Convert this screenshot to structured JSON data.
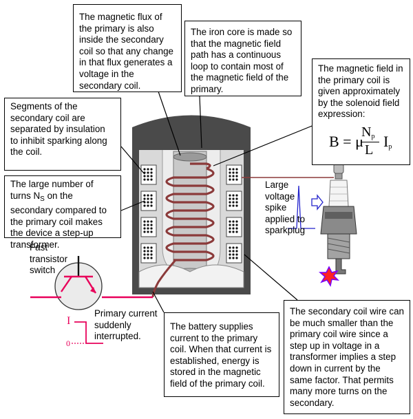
{
  "callouts": {
    "flux": "The magnetic flux of the primary is also inside the secondary coil so that any change in that flux generates a voltage in the secondary coil.",
    "iron_core": "The iron core is made so that the magnetic field path has a continuous loop to contain most of the magnetic field of the primary.",
    "field_expression": "The magnetic field in the primary coil is given approximately by the solenoid field expression:",
    "segments": "Segments of the secondary coil are separated by insulation to inhibit sparking along the coil.",
    "turns_pre": "The large number of turns N",
    "turns_sub": "S",
    "turns_post": " on the secondary compared to the primary coil makes the device a step-up transformer.",
    "battery": "The battery supplies current to the primary coil. When that current is established, energy is stored in the magnetic field of the primary coil.",
    "secondary_wire": "The secondary coil wire can be much smaller than the primary coil wire since a step up in voltage in a transformer implies a step down in current by the same factor. That permits many more turns on the secondary."
  },
  "labels": {
    "switch": "Fast transistor switch",
    "primary_current": "Primary current suddenly interrupted.",
    "spike": "Large voltage spike applied to sparkplug",
    "current_symbol": "I",
    "zero": "0"
  },
  "formula": {
    "lhs": "B = μ",
    "numerator": "N",
    "numerator_sub": "p",
    "denominator": "L",
    "rhs": "I",
    "rhs_sub": "p"
  },
  "colors": {
    "coil": "#8b3a3a",
    "case": "#4a4a4a",
    "circuit": "#e8005a",
    "spike": "#2222cc"
  }
}
